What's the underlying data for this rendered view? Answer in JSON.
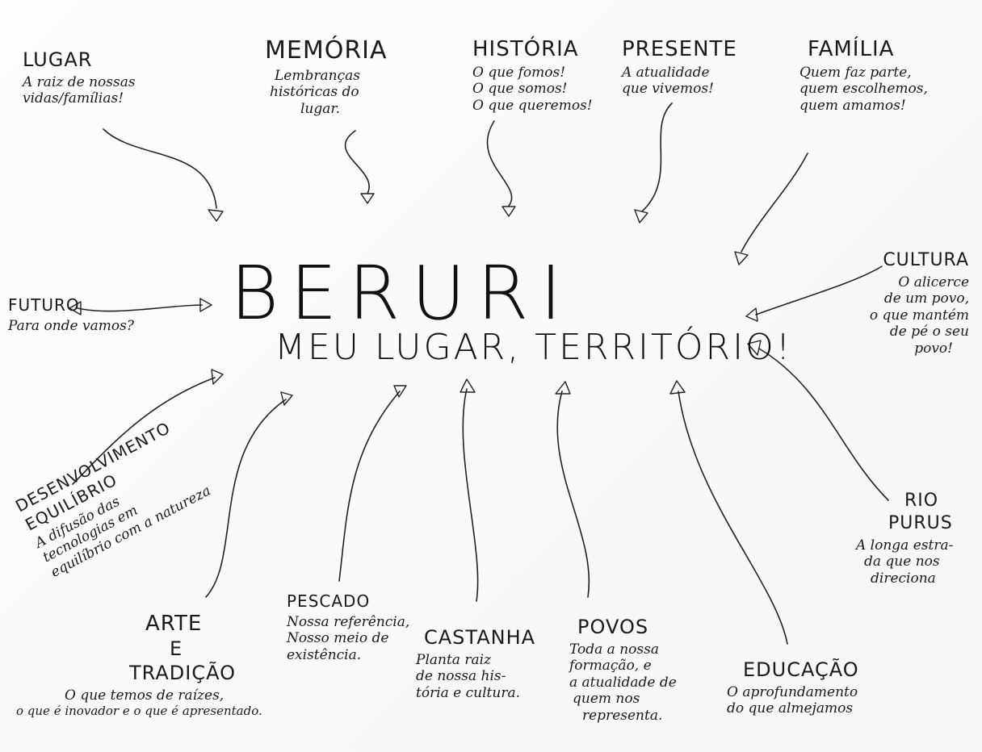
{
  "center": {
    "title": "BERURI",
    "subtitle": "MEU LUGAR, TERRITÓRIO!"
  },
  "nodes": [
    {
      "id": "lugar",
      "title": "LUGAR",
      "lines": [
        "A raiz de nossas",
        "vidas/famílias!"
      ]
    },
    {
      "id": "memoria",
      "title": "MEMÓRIA",
      "lines": [
        "Lembranças",
        "históricas do",
        "lugar."
      ]
    },
    {
      "id": "historia",
      "title": "HISTÓRIA",
      "lines": [
        "O que fomos!",
        "O que somos!",
        "O que queremos!"
      ]
    },
    {
      "id": "presente",
      "title": "PRESENTE",
      "lines": [
        "A atualidade",
        "que vivemos!"
      ]
    },
    {
      "id": "familia",
      "title": "FAMÍLIA",
      "lines": [
        "Quem faz parte,",
        "quem escolhemos,",
        "quem amamos!"
      ]
    },
    {
      "id": "cultura",
      "title": "CULTURA",
      "lines": [
        "O alicerce",
        "de um povo,",
        "o que mantém",
        "de pé o seu",
        "povo!"
      ]
    },
    {
      "id": "futuro",
      "title": "FUTURO",
      "lines": [
        "Para onde vamos?"
      ]
    },
    {
      "id": "desenvolvimento",
      "title": "DESENVOLVIMENTO",
      "title2": "EQUILÍBRIO",
      "lines": [
        "A difusão das",
        "tecnologias em",
        "equilíbrio com a natureza"
      ]
    },
    {
      "id": "rio",
      "title": "RIO",
      "title2": "PURUS",
      "lines": [
        "A longa estra-",
        "da que nos",
        "direciona"
      ]
    },
    {
      "id": "arte",
      "title": "ARTE",
      "title2": "E",
      "title3": "TRADIÇÃO",
      "lines": [
        "O que temos de raízes,",
        "o que é inovador e o que é apresentado."
      ]
    },
    {
      "id": "pescado",
      "title": "PESCADO",
      "lines": [
        "Nossa referência,",
        "Nosso meio de",
        "existência."
      ]
    },
    {
      "id": "castanha",
      "title": "CASTANHA",
      "lines": [
        "Planta raiz",
        "de nossa his-",
        "tória e cultura."
      ]
    },
    {
      "id": "povos",
      "title": "POVOS",
      "lines": [
        "Toda a nossa",
        "formação, e",
        "a atualidade de",
        "quem nos",
        "representa."
      ]
    },
    {
      "id": "educacao",
      "title": "EDUCAÇÃO",
      "lines": [
        "O aprofundamento",
        "do que almejamos"
      ]
    }
  ]
}
